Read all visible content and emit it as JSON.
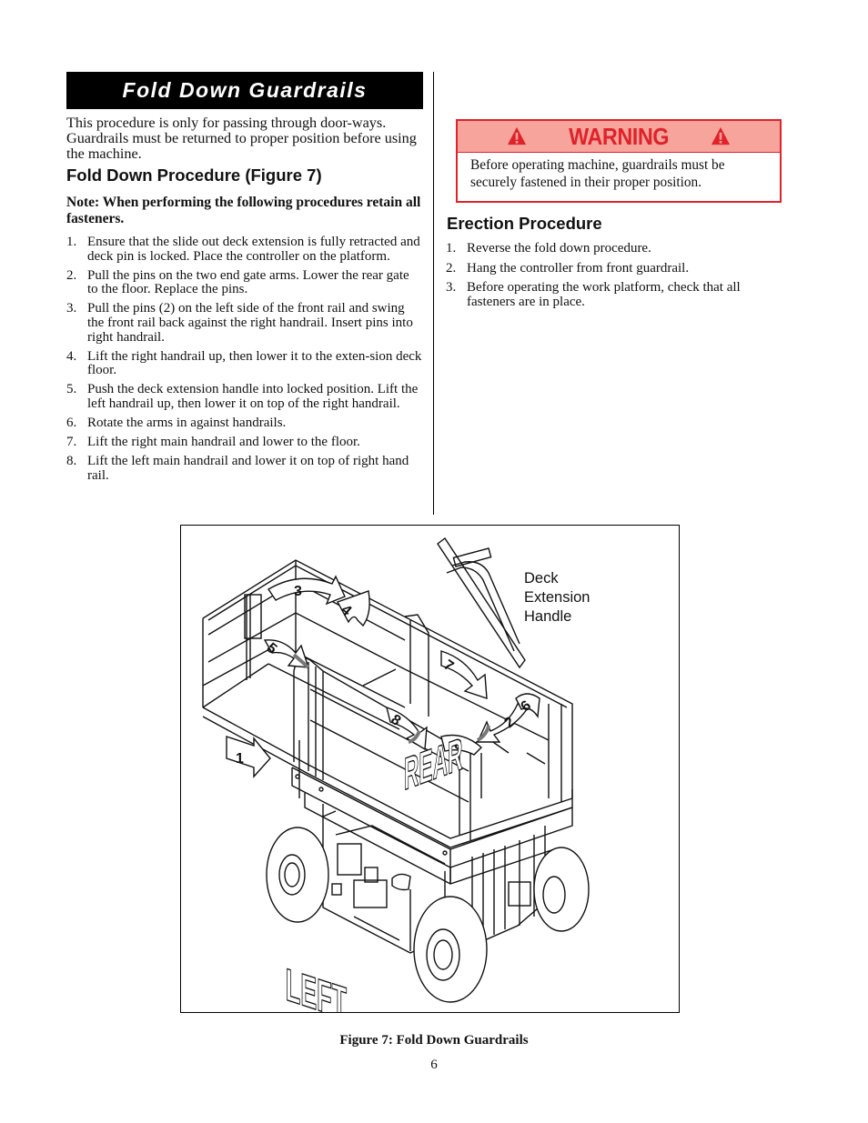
{
  "section_title": "Fold Down Guardrails",
  "intro": "This procedure is only for passing through door-ways. Guardrails must be returned to proper position before using the machine.",
  "fold_heading": "Fold Down Procedure (Figure 7)",
  "note": "Note: When performing the following procedures retain all fasteners.",
  "fold_steps": [
    {
      "num": "1.",
      "text": "Ensure that the slide out deck extension is fully retracted and deck pin is locked. Place the controller on the platform."
    },
    {
      "num": "2.",
      "text": "Pull the pins on the two end gate arms. Lower the rear gate to the floor. Replace the pins."
    },
    {
      "num": "3.",
      "text": "Pull the pins (2) on the left side of the front rail and swing the front rail back against the right handrail. Insert pins into right handrail."
    },
    {
      "num": "4.",
      "text": "Lift the right handrail up, then lower it to the exten-sion deck floor."
    },
    {
      "num": "5.",
      "text": "Push the deck extension handle into locked position. Lift the left handrail up, then lower it on top of the right handrail."
    },
    {
      "num": "6.",
      "text": "Rotate the arms in against handrails."
    },
    {
      "num": "7.",
      "text": "Lift the right main handrail and lower to the floor."
    },
    {
      "num": "8.",
      "text": "Lift the left main handrail and lower it on top of right hand rail."
    }
  ],
  "warning": {
    "title": "WARNING",
    "text": "Before operating machine, guardrails must be securely fastened in their proper position.",
    "colors": {
      "border": "#e0222a",
      "header_bg": "#f7a59c"
    }
  },
  "erection_heading": "Erection Procedure",
  "erection_steps": [
    {
      "num": "1.",
      "text": "Reverse the fold down procedure."
    },
    {
      "num": "2.",
      "text": "Hang the controller from front guardrail."
    },
    {
      "num": "3.",
      "text": "Before operating the work platform, check that all fasteners are in place."
    }
  ],
  "figure": {
    "callout_lines": [
      "Deck",
      "Extension",
      "Handle"
    ],
    "step_markers": [
      "1",
      "2",
      "3",
      "4",
      "5",
      "6",
      "6",
      "7",
      "8"
    ],
    "side_labels": {
      "left": "LEFT",
      "rear": "REAR"
    }
  },
  "caption": "Figure 7: Fold Down Guardrails",
  "page_number": "6"
}
